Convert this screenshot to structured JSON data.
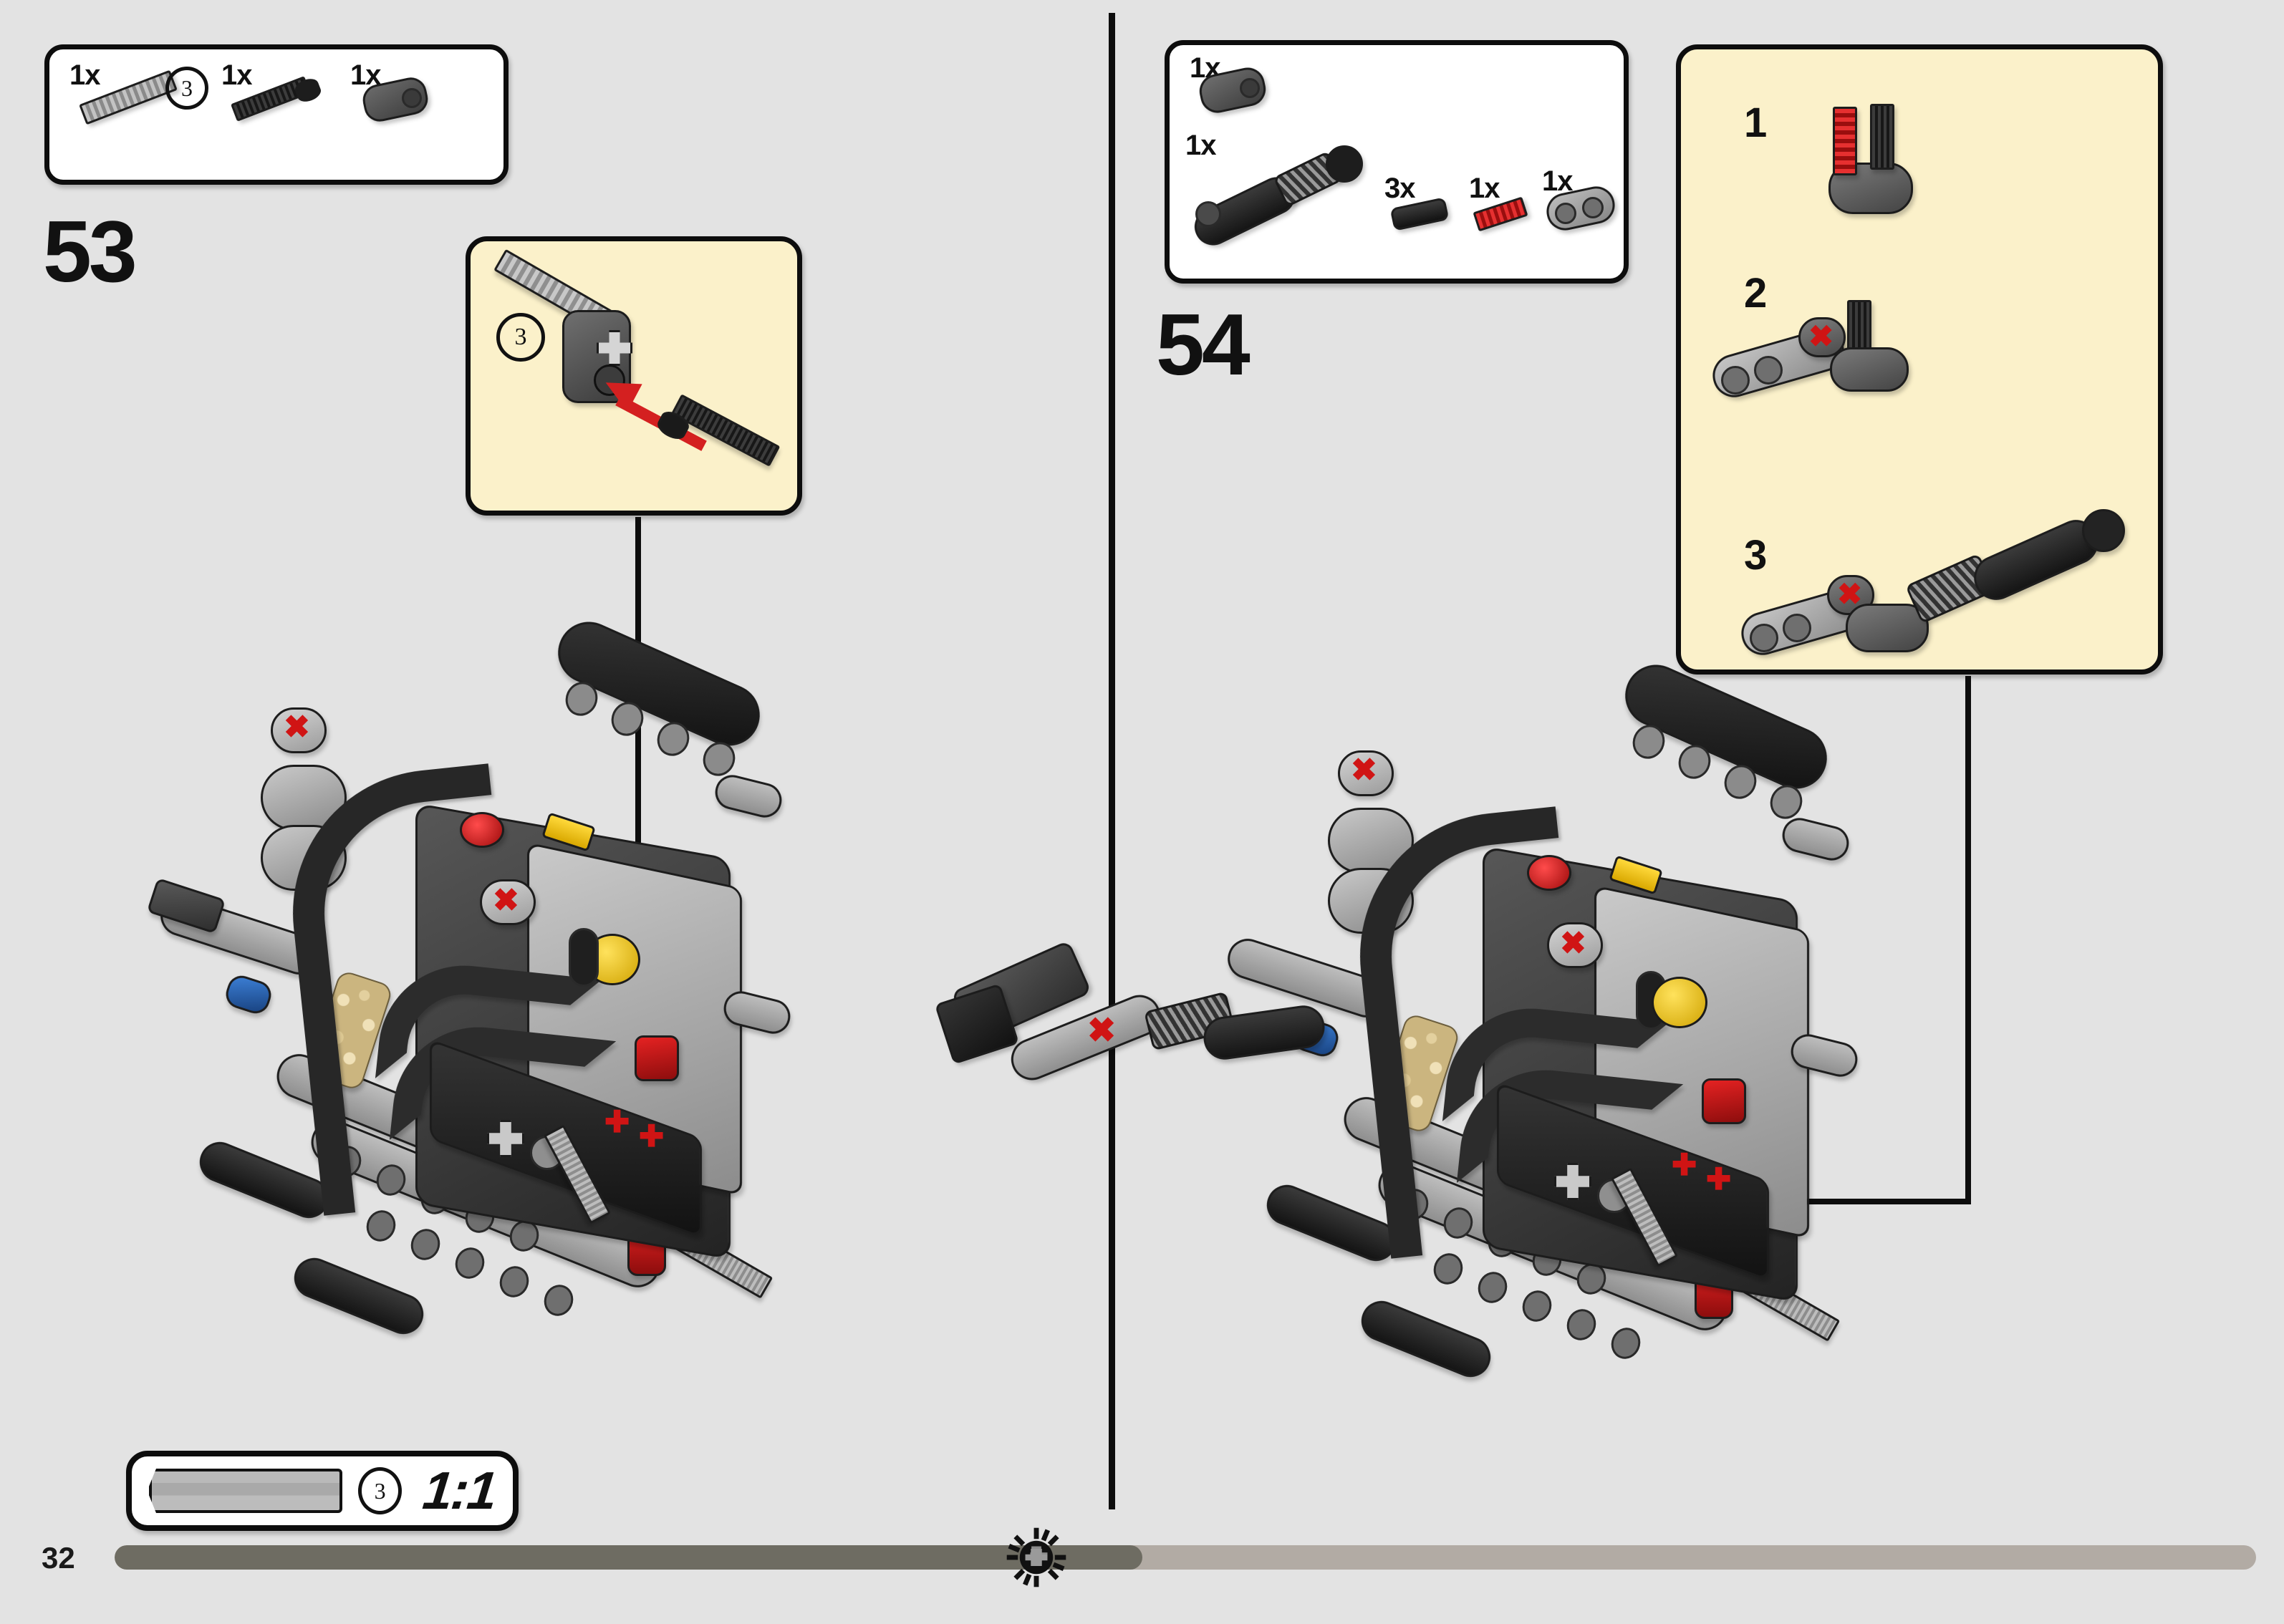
{
  "page": {
    "number": "32",
    "background_color": "#e3e3e3",
    "progress_percent": 48,
    "progress_fill_color": "#6e6c62",
    "progress_track_color": "#b2aba4",
    "gear_marker_icon": "gear-icon"
  },
  "divider": {
    "color": "#0d0d0d"
  },
  "steps": [
    {
      "id": "step-53",
      "number": "53",
      "parts_box": {
        "parts": [
          {
            "name": "technic-axle-3-light-gray",
            "qty": "1x",
            "badge": "3",
            "color": "#9e9e9e"
          },
          {
            "name": "technic-axle-pin-black",
            "qty": "1x",
            "badge": "",
            "color": "#2a2a2a"
          },
          {
            "name": "technic-connector-block-dark-gray",
            "qty": "1x",
            "badge": "",
            "color": "#5c5c5c"
          }
        ]
      },
      "callout": {
        "badge": "3",
        "background_color": "#fbf1ca",
        "arrow_color": "#d42020",
        "description": "insert-axle-into-connector"
      },
      "scale_indicator": {
        "ratio": "1:1",
        "badge": "3",
        "part_name": "technic-axle-3-light-gray"
      }
    },
    {
      "id": "step-54",
      "number": "54",
      "parts_box": {
        "parts": [
          {
            "name": "technic-connector-block-dark-gray",
            "qty": "1x",
            "badge": "",
            "color": "#5c5c5c"
          },
          {
            "name": "technic-shock-absorber-black",
            "qty": "1x",
            "badge": "",
            "color": "#1c1c1c"
          },
          {
            "name": "technic-pin-black",
            "qty": "3x",
            "badge": "",
            "color": "#2a2a2a"
          },
          {
            "name": "technic-axle-2-red",
            "qty": "1x",
            "badge": "",
            "color": "#c01616"
          },
          {
            "name": "technic-beam-2-dark-gray",
            "qty": "1x",
            "badge": "",
            "color": "#767676"
          }
        ]
      },
      "callout": {
        "background_color": "#fbf1ca",
        "substeps": [
          {
            "number": "1",
            "name": "red-axle-into-connector-block"
          },
          {
            "number": "2",
            "name": "attach-gray-beam-to-connector"
          },
          {
            "number": "3",
            "name": "attach-shock-absorber-assembly"
          }
        ]
      }
    }
  ],
  "colors": {
    "page_bg": "#e3e3e3",
    "callout_yellow": "#fbf1ca",
    "outline_black": "#0d0d0d",
    "lego_red": "#c91a1a",
    "lego_yellow": "#f2c500",
    "lego_blue": "#2f6fc4",
    "lego_tan": "#cbb57f",
    "lego_light_gray": "#a8a8a8",
    "lego_dark_gray": "#4c4c4c"
  }
}
